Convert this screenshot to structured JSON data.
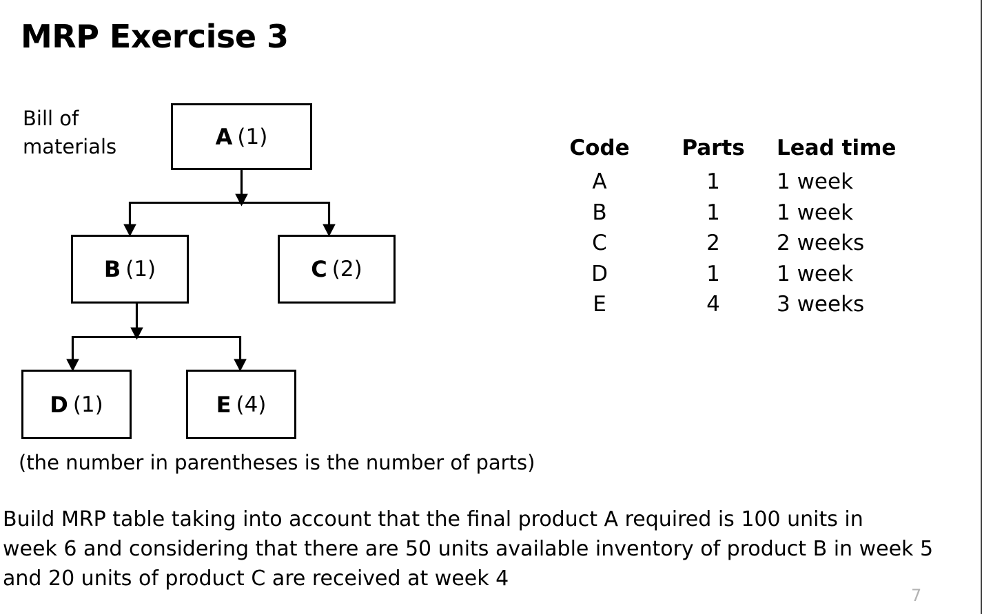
{
  "slide": {
    "title": "MRP Exercise 3",
    "page_number": "7"
  },
  "bom": {
    "label_line1": "Bill of",
    "label_line2": "materials",
    "caption": "(the number in parentheses is the number of parts)",
    "nodes": [
      {
        "id": "a",
        "code": "A",
        "qty": "(1)"
      },
      {
        "id": "b",
        "code": "B",
        "qty": "(1)"
      },
      {
        "id": "c",
        "code": "C",
        "qty": "(2)"
      },
      {
        "id": "d",
        "code": "D",
        "qty": "(1)"
      },
      {
        "id": "e",
        "code": "E",
        "qty": "(4)"
      }
    ]
  },
  "parts_table": {
    "headers": [
      "Code",
      "Parts",
      "Lead time"
    ],
    "rows": [
      {
        "code": "A",
        "parts": "1",
        "lead_time": "1 week"
      },
      {
        "code": "B",
        "parts": "1",
        "lead_time": "1 week"
      },
      {
        "code": "C",
        "parts": "2",
        "lead_time": "2 weeks"
      },
      {
        "code": "D",
        "parts": "1",
        "lead_time": "1 week"
      },
      {
        "code": "E",
        "parts": "4",
        "lead_time": "3 weeks"
      }
    ]
  },
  "task": {
    "line1": "Build MRP table taking into account that the final product A required is 100 units in",
    "line2": "week 6 and considering that there are 50 units available inventory of product B in week 5",
    "line3": "and 20 units of product C are received at week 4"
  },
  "colors": {
    "text": "#000000",
    "page_number": "#b3b3b3",
    "border": "#000000",
    "slide_edge": "#3a3a3a"
  }
}
